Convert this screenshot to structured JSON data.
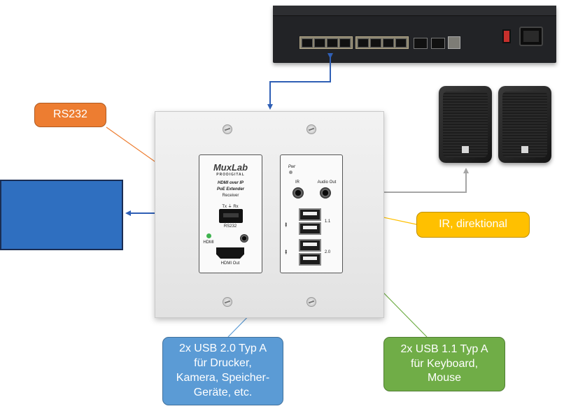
{
  "colors": {
    "rs232": "#ed7d31",
    "ir": "#ffc000",
    "usb20": "#5b9bd5",
    "usb11": "#70ad47",
    "display": "#2f6fc0",
    "link_blue": "#2f5fb5",
    "audio_line": "#a6a6a6"
  },
  "callouts": {
    "rs232": "RS232",
    "ir": "IR, direktional",
    "usb20": "2x USB 2.0 Typ A\nfür Drucker,\nKamera, Speicher-\nGeräte, etc.",
    "usb11": "2x USB 1.1 Typ A\nfür Keyboard,\nMouse"
  },
  "plate": {
    "brand": "MuxLab",
    "sub_brand": "PRODIGITAL",
    "product_line1": "HDMI over IP",
    "product_line2": "PoE Extender",
    "product_type": "Receiver",
    "rs232_pins": "Tx ⏚ Rx",
    "rs232_label": "RS232",
    "hdmi_led_label": "HDMI",
    "hdmi_out_label": "HDMI Out",
    "pwr_label": "Pwr",
    "ir_label": "IR",
    "audio_out_label": "Audio Out",
    "usb11_label": "1.1",
    "usb20_label": "2.0"
  },
  "icons": {
    "usb_symbol": "usb-icon",
    "ground_symbol": "ground-icon"
  }
}
